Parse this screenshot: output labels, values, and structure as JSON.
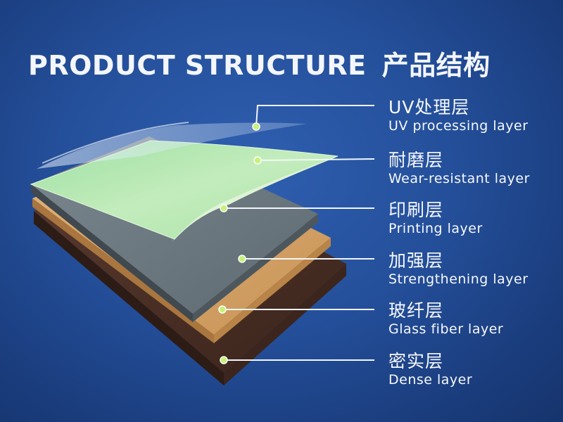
{
  "title": {
    "en": "PRODUCT STRUCTURE",
    "cn": "产品结构"
  },
  "layers": [
    {
      "cn": "UV处理层",
      "en": "UV processing layer"
    },
    {
      "cn": "耐磨层",
      "en": "Wear-resistant layer"
    },
    {
      "cn": "印刷层",
      "en": "Printing layer"
    },
    {
      "cn": "加强层",
      "en": "Strengthening layer"
    },
    {
      "cn": "玻纤层",
      "en": "Glass fiber layer"
    },
    {
      "cn": "密实层",
      "en": "Dense layer"
    }
  ],
  "colors": {
    "background": "#244f9a",
    "uv_layer": "#dfeaf6",
    "wear_layer": "#b8e8b0",
    "printing_layer": "#6f7c84",
    "strengthening_layer": "#b88a56",
    "glass_fiber_layer": "#d7a46a",
    "dense_layer": "#4a3027",
    "leader_dot": "#c7f27a",
    "text": "#f7f9fc"
  }
}
